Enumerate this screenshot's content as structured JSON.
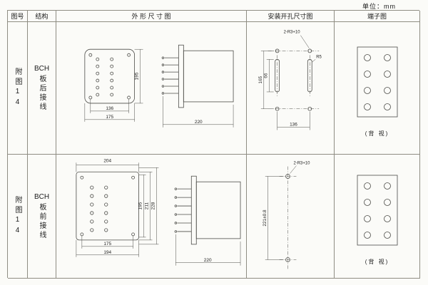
{
  "unit_label": "单位：mm",
  "table": {
    "headers": [
      "图号",
      "结构",
      "外 形 尺 寸 图",
      "安装开孔尺寸图",
      "端子图"
    ],
    "rows": [
      {
        "figure_no": "附图14",
        "structure_prefix": "BCH",
        "structure_suffix": "板后接线",
        "outline": {
          "inner_width": "136",
          "width": "175",
          "height": "195",
          "depth": "220"
        },
        "install": {
          "note": "2-R3+10",
          "radius_note": "R5",
          "height": "165",
          "slot_height": "66",
          "width": "136"
        },
        "terminal_caption": "(背 视)"
      },
      {
        "figure_no": "附图14",
        "structure_prefix": "BCH",
        "structure_suffix": "板前接线",
        "outline": {
          "top_width": "204",
          "width": "175",
          "outer_width": "194",
          "height": "195",
          "height2": "211",
          "height3": "228",
          "depth": "220"
        },
        "install": {
          "note": "2-R3+10",
          "height": "221±0.8"
        },
        "terminal_caption": "(背 视)"
      }
    ]
  }
}
